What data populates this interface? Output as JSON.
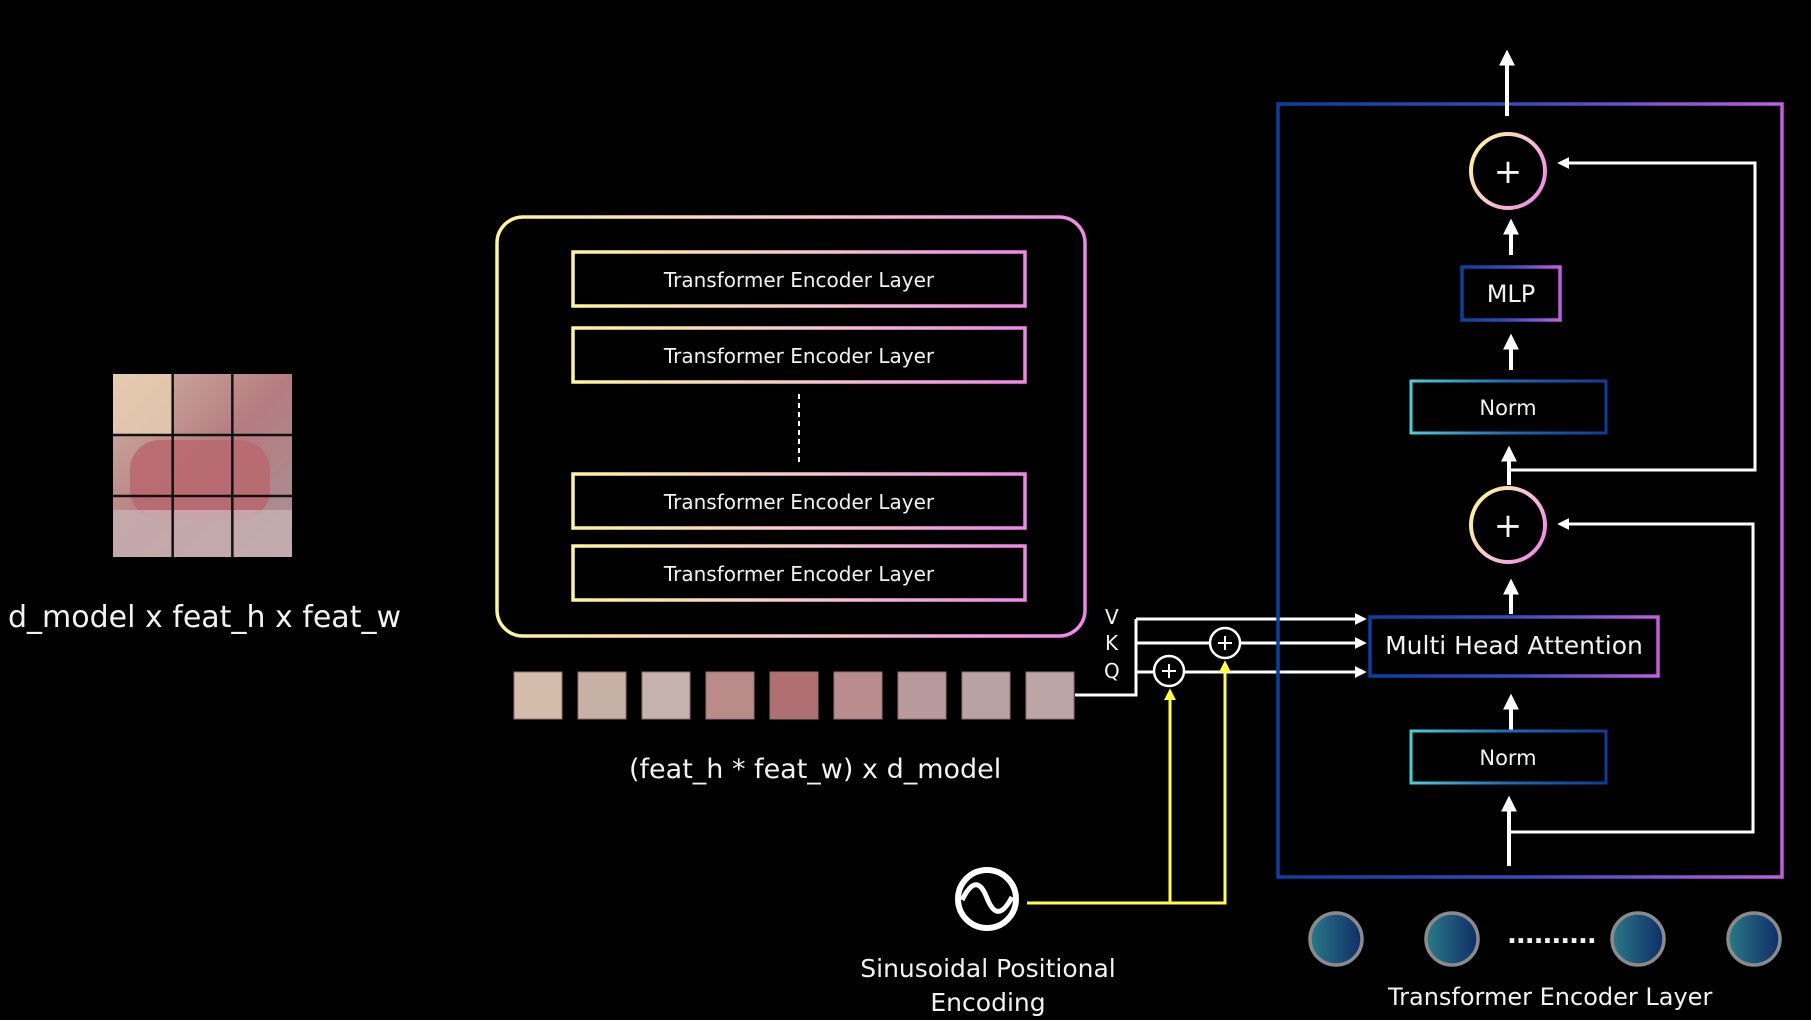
{
  "input": {
    "grid_rows": 3,
    "grid_cols": 3,
    "shape_label": "d_model x feat_h x feat_w"
  },
  "encoder_stack": {
    "layers": [
      "Transformer Encoder Layer",
      "Transformer Encoder Layer",
      "Transformer Encoder Layer",
      "Transformer Encoder Layer"
    ],
    "ellipsis": "dashed-vertical"
  },
  "sequence": {
    "patch_count": 9,
    "shape_label": "(feat_h * feat_w) x d_model"
  },
  "qkv": {
    "v": "V",
    "k": "K",
    "q": "Q"
  },
  "positional_encoding": {
    "icon": "sine-wave-icon",
    "label_line1": "Sinusoidal Positional",
    "label_line2": "Encoding"
  },
  "encoder_layer_detail": {
    "mha": "Multi Head Attention",
    "norm1": "Norm",
    "norm2": "Norm",
    "mlp": "MLP",
    "add": "+",
    "caption": "Transformer Encoder Layer",
    "stack_dots": "..........",
    "stack_nodes": 4
  },
  "colors": {
    "background": "#000000",
    "warm_gradient_start": "#fdf59b",
    "warm_gradient_mid": "#f9c3cf",
    "warm_gradient_end": "#ee88e8",
    "cool_gradient_start": "#0a3fa0",
    "cool_gradient_end": "#c25ee0",
    "norm_gradient_start": "#47d0d8",
    "norm_gradient_end": "#0d3c9a",
    "positional_line": "#ffff44",
    "arrow": "#ffffff",
    "node_fill_start": "#2a7a88",
    "node_fill_end": "#0f2d66",
    "node_stroke": "#888888",
    "patch_tint": "#d9a6a6"
  }
}
